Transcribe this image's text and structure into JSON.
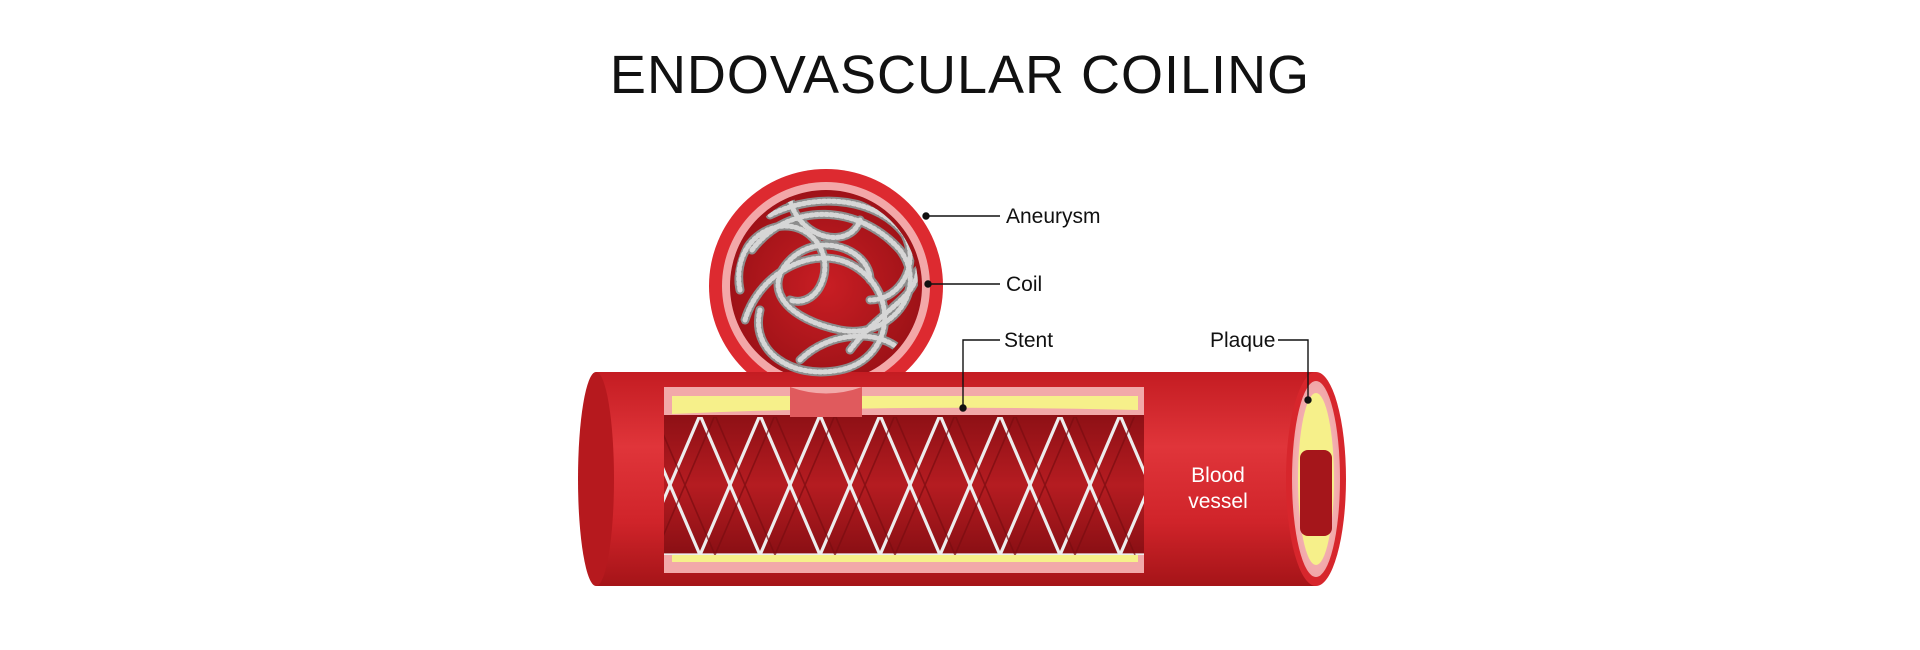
{
  "title": "ENDOVASCULAR COILING",
  "labels": {
    "aneurysm": "Aneurysm",
    "coil": "Coil",
    "stent": "Stent",
    "plaque": "Plaque",
    "vessel_line1": "Blood",
    "vessel_line2": "vessel"
  },
  "colors": {
    "vessel": "#d7262c",
    "lumen": "#9b1318",
    "plaque": "#f6f08a",
    "wall_inner": "#f2a9a9",
    "stent": "#e8e8e8",
    "coil": "#a9a9a9"
  }
}
